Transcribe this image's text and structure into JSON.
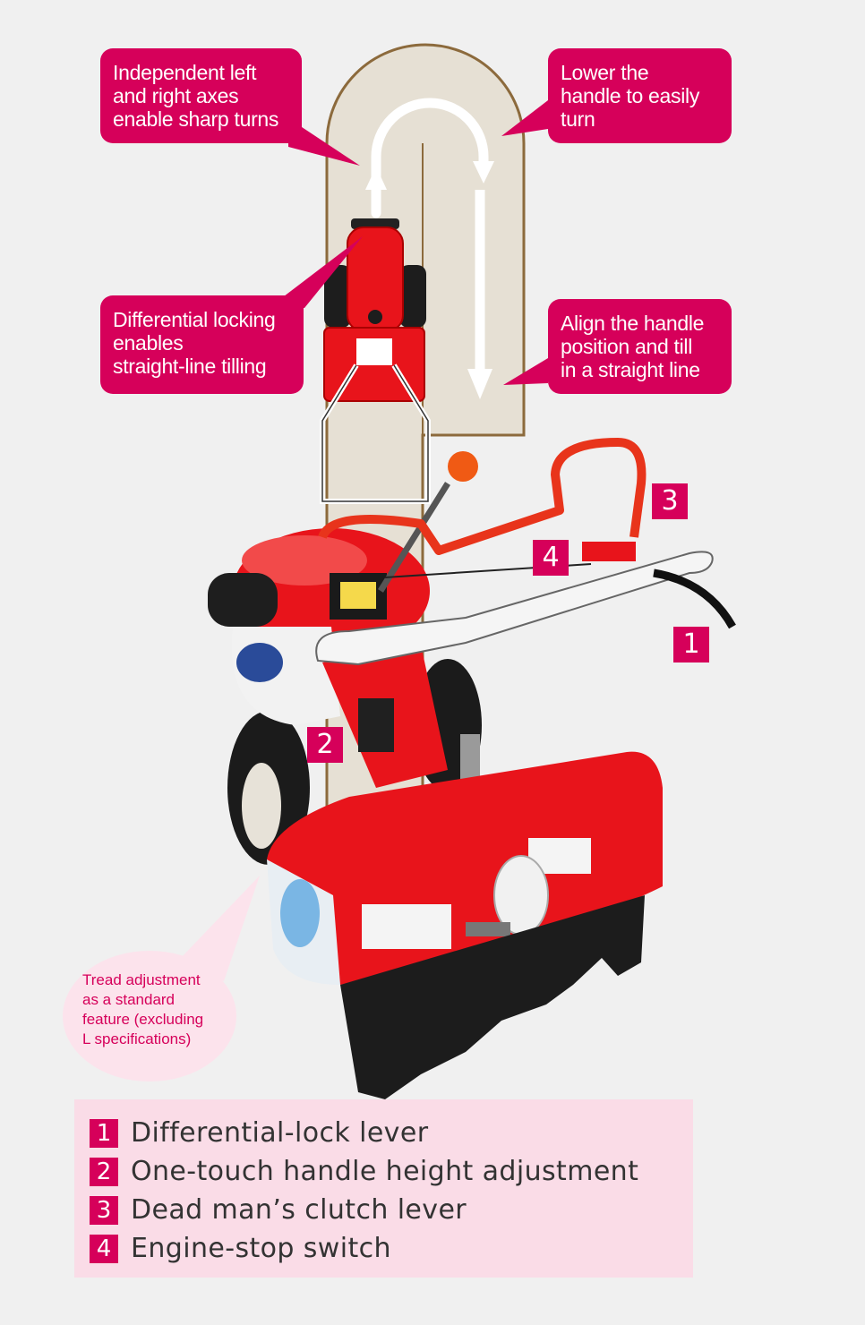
{
  "callouts": {
    "sharp_turns": [
      "Independent left",
      "and right axes",
      "enable sharp turns"
    ],
    "lower_handle": [
      "Lower the",
      "handle to easily",
      "turn"
    ],
    "diff_locking": [
      "Differential locking",
      "enables",
      "straight-line tilling"
    ],
    "align_handle": [
      "Align the handle",
      "position and till",
      "in a straight line"
    ]
  },
  "tread_note": [
    "Tread adjustment",
    "as a standard",
    "feature (excluding",
    "L specifications)"
  ],
  "badges": {
    "b1": "1",
    "b2": "2",
    "b3": "3",
    "b4": "4"
  },
  "legend": [
    {
      "num": "1",
      "text": "Differential-lock lever"
    },
    {
      "num": "2",
      "text": "One-touch handle height adjustment"
    },
    {
      "num": "3",
      "text": "Dead man’s clutch lever"
    },
    {
      "num": "4",
      "text": "Engine-stop switch"
    }
  ],
  "colors": {
    "accent": "#d6005a",
    "machine_red": "#e8141b",
    "track_fill": "#e6e0d4",
    "track_border": "#8c6a3c",
    "legend_bg": "#fadce7"
  }
}
